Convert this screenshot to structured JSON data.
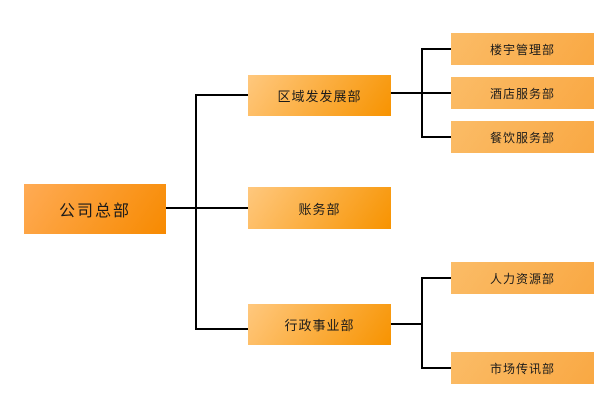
{
  "org": {
    "root": "公司总部",
    "departments": [
      {
        "label": "区域发发展部",
        "children": [
          "楼宇管理部",
          "酒店服务部",
          "餐饮服务部"
        ]
      },
      {
        "label": "账务部",
        "children": []
      },
      {
        "label": "行政事业部",
        "children": [
          "人力资源部",
          "市场传讯部"
        ]
      }
    ]
  },
  "colors": {
    "background": "#ffffff",
    "connector": "#000000",
    "text": "#1a1a1a",
    "box_gradient_top": "#ffc87e",
    "box_gradient_bottom": "#f79300",
    "root_gradient_top": "#ffab55",
    "root_gradient_bottom": "#f78a00",
    "leaf_gradient_top": "#fbbc67",
    "leaf_gradient_bottom": "#f9a843"
  }
}
